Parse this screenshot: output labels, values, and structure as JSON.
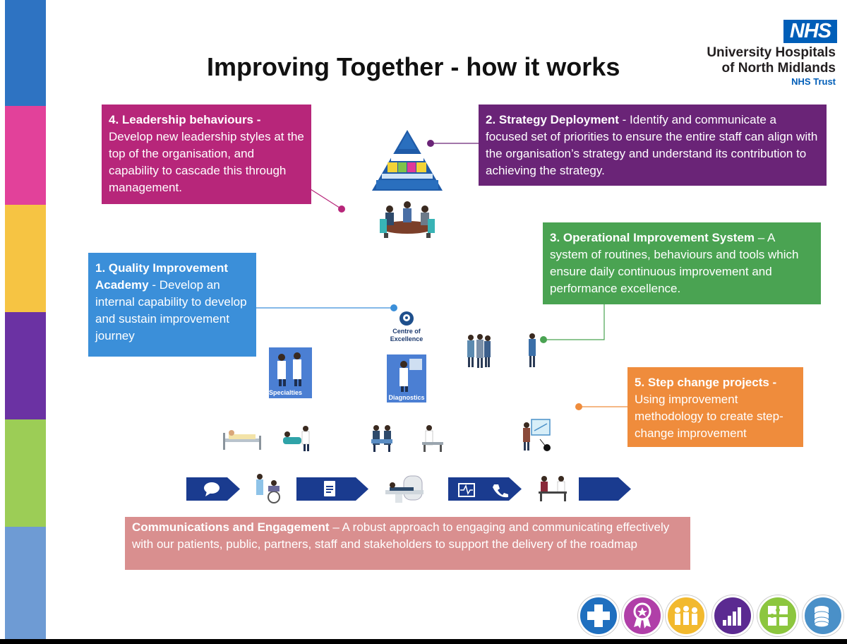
{
  "slide": {
    "title": "Improving Together - how it works",
    "stripe_colors": [
      "#2e73c2",
      "#e2419a",
      "#f6c443",
      "#6b32a3",
      "#9ccd56",
      "#6e9bd4"
    ]
  },
  "logo": {
    "badge": "NHS",
    "line1": "University Hospitals",
    "line2": "of North Midlands",
    "line3": "NHS Trust"
  },
  "boxes": {
    "leadership": {
      "heading": "4. Leadership behaviours -",
      "body": "Develop new leadership styles at the top of the organisation, and capability to cascade this through management.",
      "color": "#b7267a"
    },
    "strategy": {
      "heading": "2. Strategy Deployment",
      "body": " - Identify and communicate a focused set of priorities to ensure the entire staff can align with the organisation’s strategy and understand its contribution to achieving the strategy.",
      "color": "#6a2477"
    },
    "operational": {
      "heading": "3. Operational Improvement System",
      "body": " – A system of routines, behaviours and tools which ensure daily continuous improvement and performance excellence.",
      "color": "#4aa352"
    },
    "quality": {
      "heading": "1. Quality Improvement Academy",
      "body": " - Develop an internal capability to develop and sustain improvement journey",
      "color": "#3b8fd9"
    },
    "stepchange": {
      "heading": "5. Step change projects -",
      "body": "Using improvement methodology to create step-change improvement",
      "color": "#ef8c3c"
    },
    "comms": {
      "heading": "Communications and Engagement",
      "body": " – A robust approach to engaging and communicating effectively with our patients, public, partners, staff and stakeholders to support the delivery of the roadmap",
      "color": "#d98f8f"
    }
  },
  "labels": {
    "centre_of_excellence": "Centre of Excellence",
    "specialties": "Specialties",
    "diagnostics": "Diagnostics"
  },
  "icons": {
    "flow_arrows": [
      "speech-bubble-icon",
      "document-icon",
      "heartbeat-phone-icon",
      ""
    ],
    "bottom_circles": [
      {
        "name": "medical-cross-icon",
        "color": "#1f6fbf"
      },
      {
        "name": "award-ribbon-icon",
        "color": "#b03fa8"
      },
      {
        "name": "people-group-icon",
        "color": "#f2b92e"
      },
      {
        "name": "bar-chart-icon",
        "color": "#5b2a91"
      },
      {
        "name": "puzzle-icon",
        "color": "#8cc63f"
      },
      {
        "name": "coins-icon",
        "color": "#4a90c8"
      }
    ]
  }
}
